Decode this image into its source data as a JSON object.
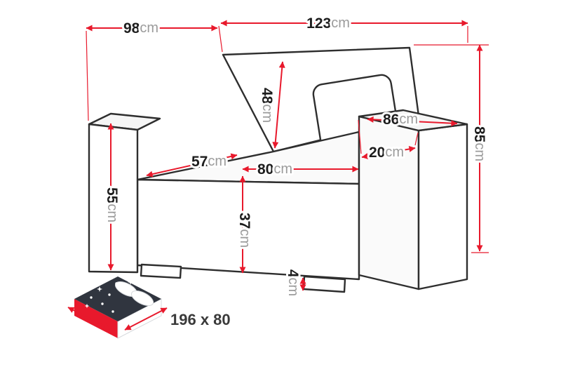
{
  "diagram": {
    "title": "armchair-dimension-diagram",
    "dims": {
      "d98": {
        "value": "98",
        "unit": "cm"
      },
      "d123": {
        "value": "123",
        "unit": "cm"
      },
      "d48": {
        "value": "48",
        "unit": "cm"
      },
      "d86": {
        "value": "86",
        "unit": "cm"
      },
      "d20": {
        "value": "20",
        "unit": "cm"
      },
      "d57": {
        "value": "57",
        "unit": "cm"
      },
      "d80": {
        "value": "80",
        "unit": "cm"
      },
      "d85": {
        "value": "85",
        "unit": "cm"
      },
      "d55": {
        "value": "55",
        "unit": "cm"
      },
      "d37": {
        "value": "37",
        "unit": "cm"
      },
      "d4": {
        "value": "4",
        "unit": "cm"
      }
    },
    "sleeping": {
      "label": "196 x 80"
    },
    "colors": {
      "dimension": "#e8192c",
      "outline": "#2e2e2e",
      "value_text": "#1d1d1d",
      "unit_text": "#9b9b9b",
      "blanket": "#30353f",
      "mattress": "#e8192c"
    }
  }
}
